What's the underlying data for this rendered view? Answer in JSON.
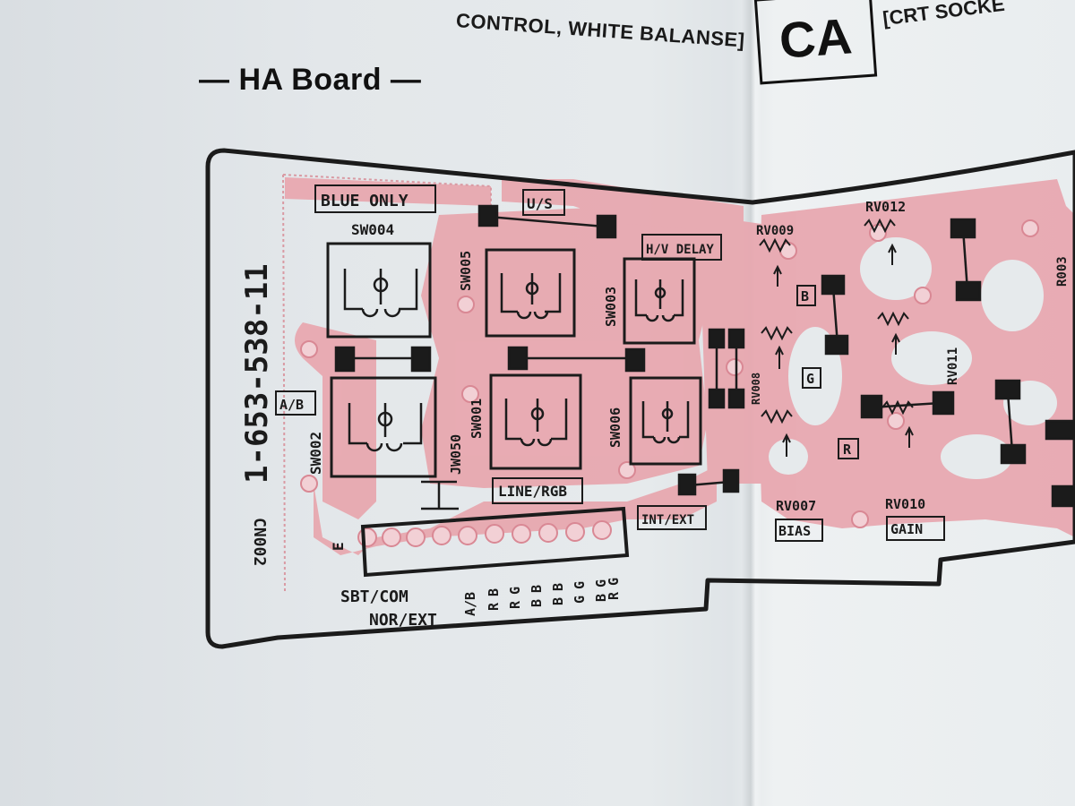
{
  "page": {
    "top_header_a": "CONTROL, WHITE BALANSE]",
    "top_header_b": "",
    "section_code": "CA",
    "section_desc": "[CRT SOCKE",
    "board_title": "— HA Board —"
  },
  "board": {
    "part_number": "1-653-538-11",
    "labels": {
      "blue_only": "BLUE ONLY",
      "u_s": "U/S",
      "hv_delay": "H/V DELAY",
      "sw004": "SW004",
      "sw005": "SW005",
      "sw003": "SW003",
      "sw002": "SW002",
      "sw001": "SW001",
      "sw006": "SW006",
      "a_b": "A/B",
      "jw050": "JW050",
      "line_rgb": "LINE/RGB",
      "int_ext": "INT/EXT",
      "cn002": "CN002",
      "e": "E",
      "sbt_com": "SBT/COM",
      "nor_ext": "NOR/EXT",
      "pins": [
        "A/B",
        "R",
        "R",
        "B",
        "B",
        "G",
        "B",
        "R"
      ],
      "pins2": [
        "",
        "B",
        "G",
        "B",
        "B",
        "G",
        "G",
        "G"
      ],
      "rv009": "RV009",
      "rv012": "RV012",
      "rv011": "RV011",
      "rv008": "RV008",
      "rv007": "RV007",
      "rv010": "RV010",
      "r003": "R003",
      "b": "B",
      "g": "G",
      "r": "R",
      "bias": "BIAS",
      "gain": "GAIN"
    },
    "colors": {
      "trace": "#e8a8b0",
      "outline": "#1b1b1b"
    }
  }
}
